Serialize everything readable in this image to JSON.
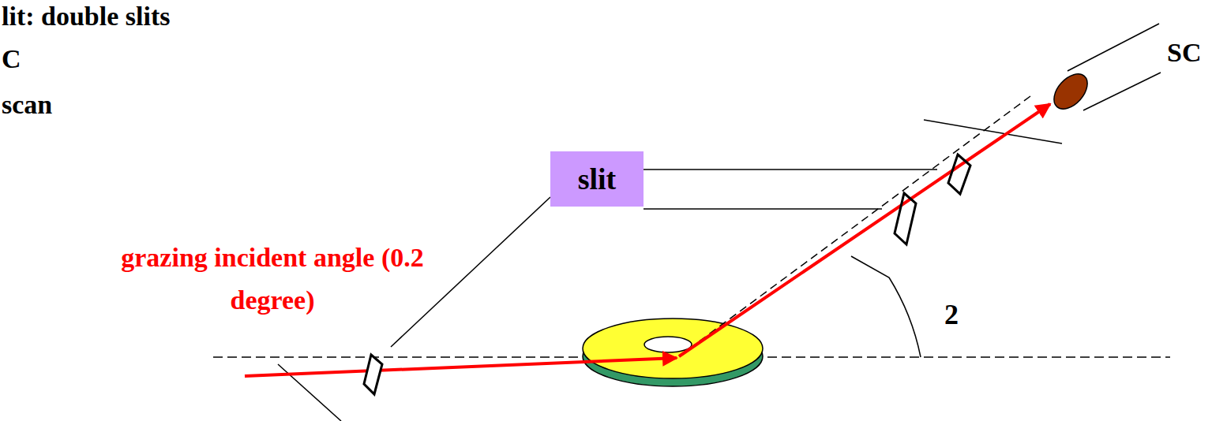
{
  "diagram": {
    "nodes": [
      {
        "text": [
          "slit"
        ]
      }
    ],
    "labels": [
      "lit: double slits",
      "C",
      "scan",
      "grazing incident angle (0.2 degree)",
      "SC",
      "2"
    ]
  }
}
